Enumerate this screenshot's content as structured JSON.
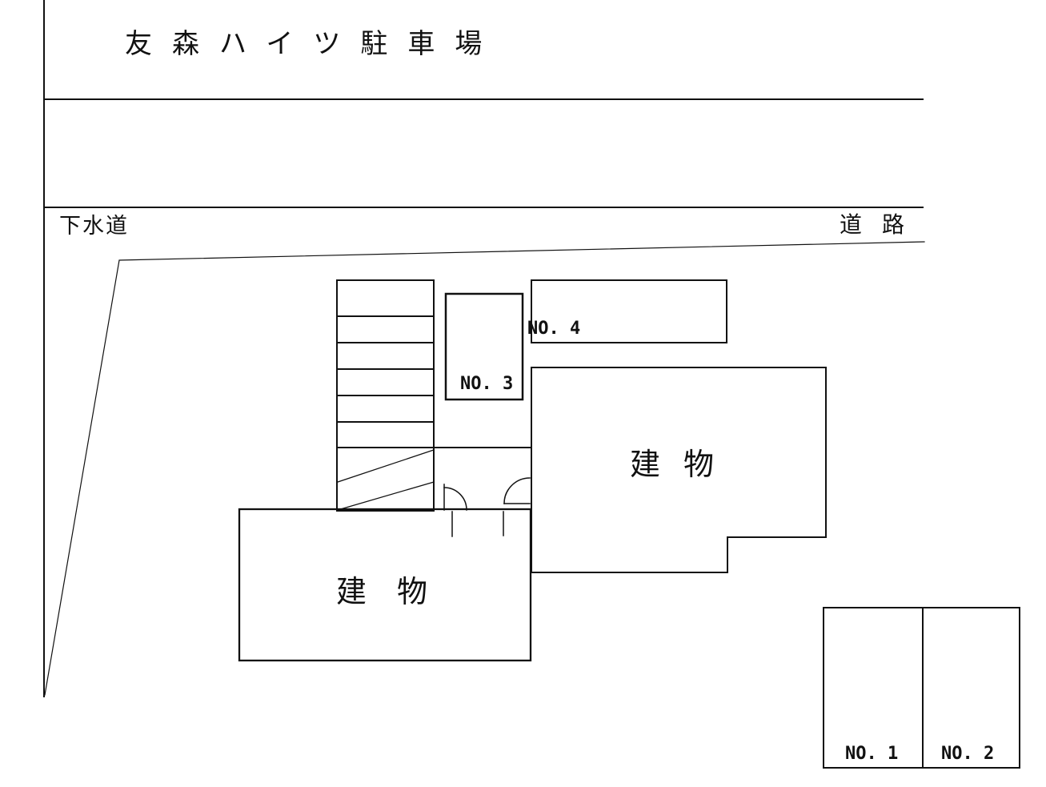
{
  "title": "友森ハイツ駐車場",
  "area_labels": {
    "sewer": "下水道",
    "road": "道路"
  },
  "buildings": {
    "upper": {
      "label": "建物"
    },
    "lower": {
      "label": "建物"
    }
  },
  "parking_spaces": {
    "no1": {
      "label": "NO. 1"
    },
    "no2": {
      "label": "NO. 2"
    },
    "no3": {
      "label": "NO. 3"
    },
    "no4": {
      "label": "NO. 4"
    }
  },
  "colors": {
    "background": "#ffffff",
    "line": "#111111",
    "text": "#111111"
  }
}
